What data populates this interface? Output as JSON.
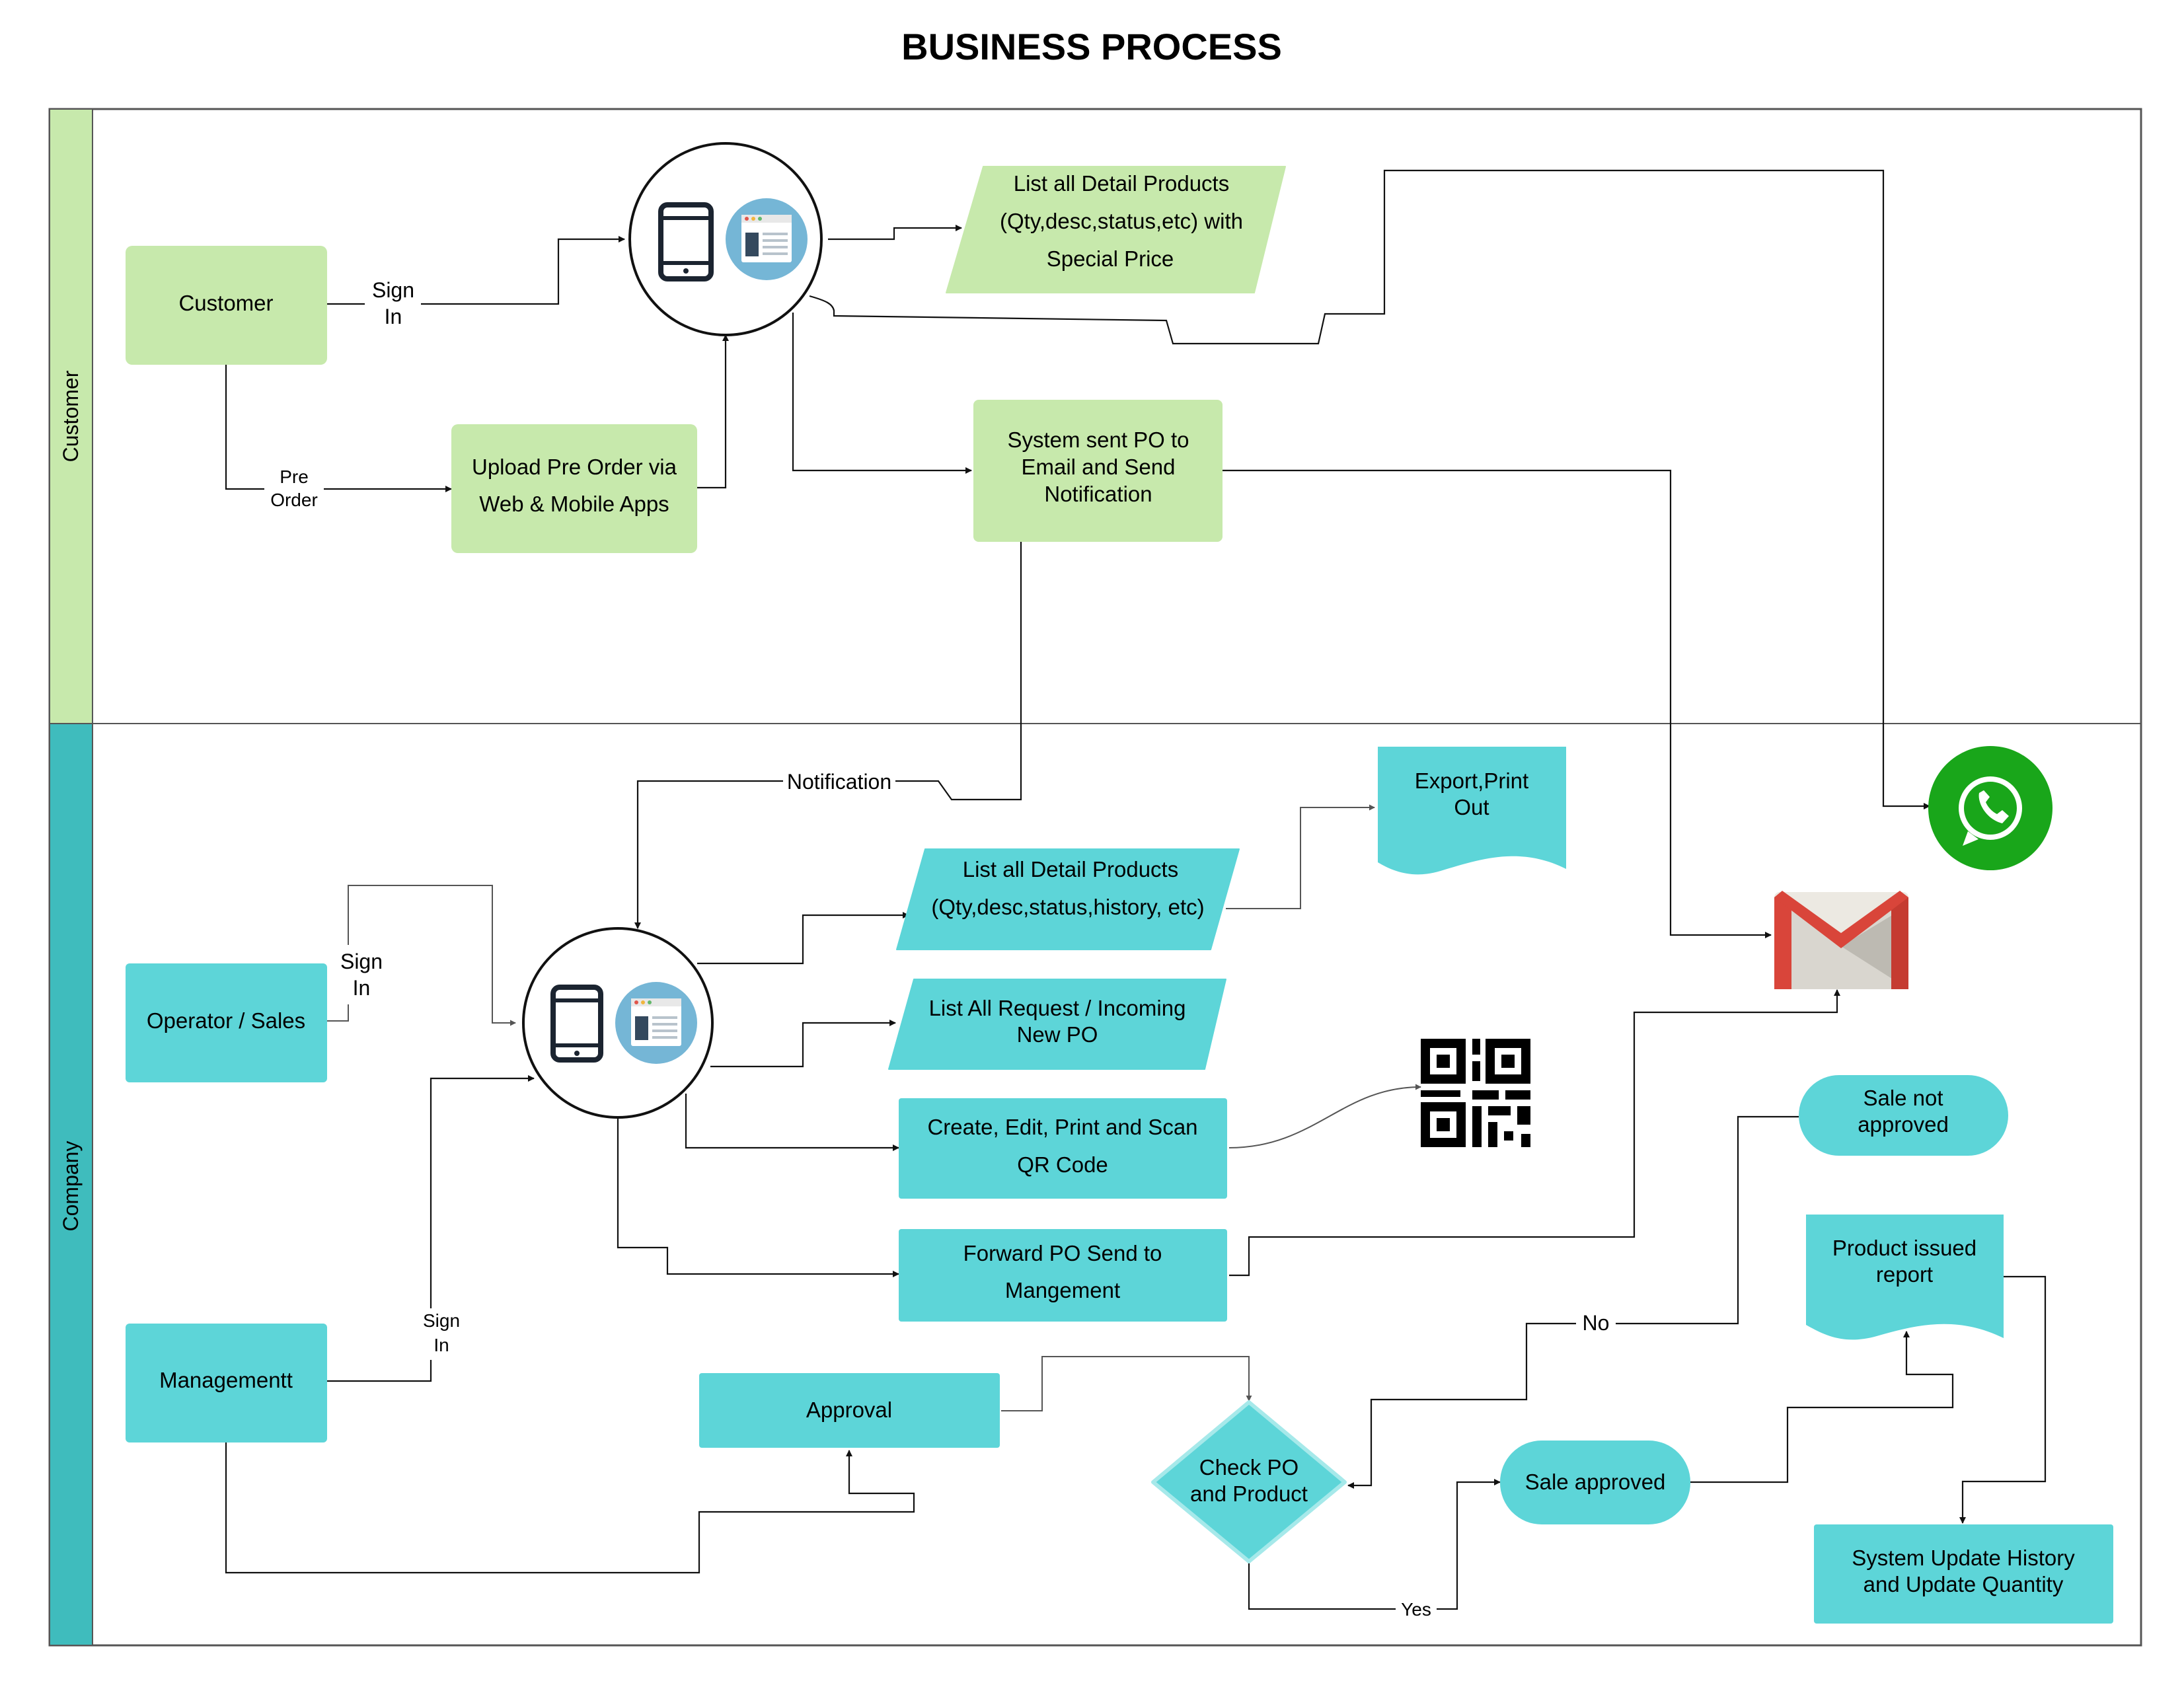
{
  "title": "BUSINESS PROCESS",
  "lanes": {
    "customer": "Customer",
    "company": "Company"
  },
  "nodes": {
    "customer": [
      "Customer"
    ],
    "upload_preorder": [
      "Upload Pre Order via",
      "Web & Mobile Apps"
    ],
    "list_products_customer": [
      "List all Detail Products",
      "(Qty,desc,status,etc) with",
      "Special Price"
    ],
    "system_sent_po": [
      "System sent PO to",
      "Email and Send",
      "Notification"
    ],
    "operator_sales": [
      "Operator / Sales"
    ],
    "managementt": [
      "Managementt"
    ],
    "export_print": [
      "Export,Print",
      "Out"
    ],
    "list_products_company": [
      "List all Detail Products",
      "(Qty,desc,status,history, etc)"
    ],
    "list_requests": [
      "List All Request / Incoming",
      "New PO"
    ],
    "create_qr": [
      "Create, Edit, Print and Scan",
      "QR Code"
    ],
    "forward_po": [
      "Forward PO Send to",
      "Mangement"
    ],
    "approval": [
      "Approval"
    ],
    "check_po": [
      "Check PO",
      "and Product"
    ],
    "sale_not_approved": [
      "Sale not",
      "approved"
    ],
    "sale_approved": [
      "Sale approved"
    ],
    "product_issued": [
      "Product issued",
      "report"
    ],
    "system_update": [
      "System Update History",
      "and Update Quantity"
    ]
  },
  "edge_labels": {
    "sign_in_customer": [
      "Sign",
      "In"
    ],
    "pre_order": [
      "Pre",
      "Order"
    ],
    "notification": "Notification",
    "sign_in_operator": [
      "Sign",
      "In"
    ],
    "sign_in_management": [
      "Sign",
      "In"
    ],
    "no": "No",
    "yes": "Yes"
  },
  "icons": {
    "customer_hub": [
      "mobile-phone-icon",
      "browser-window-icon"
    ],
    "company_hub": [
      "mobile-phone-icon",
      "browser-window-icon"
    ],
    "whatsapp": "whatsapp-icon",
    "gmail": "gmail-icon",
    "qr": "qr-code-icon"
  },
  "colors": {
    "customer_fill": "#c7e9ac",
    "company_fill": "#5dd5d8",
    "customer_lane_header": "#c7e9ac",
    "company_lane_header": "#3fbcbd",
    "whatsapp_green": "#19a61a",
    "gmail_red": "#d9453a",
    "icon_blue": "#75b6d6"
  }
}
